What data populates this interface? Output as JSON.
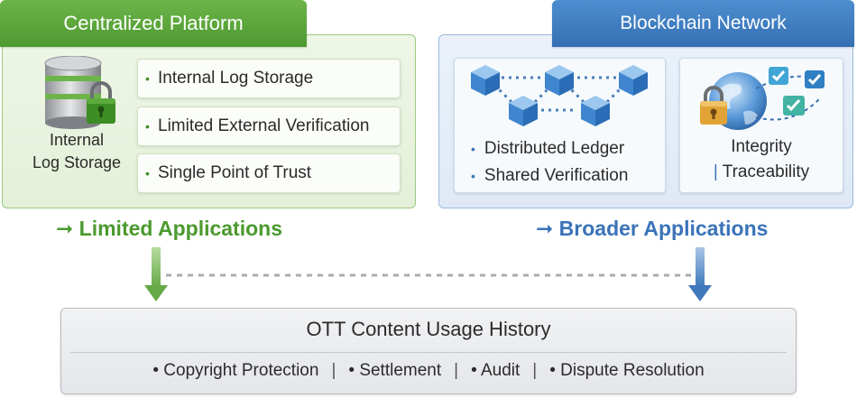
{
  "centralized": {
    "title": "Centralized Platform",
    "storage_label_line1": "Internal",
    "storage_label_line2": "Log Storage",
    "features": [
      "Internal Log Storage",
      "Limited External Verification",
      "Single Point of Trust"
    ],
    "application": "Limited Applications",
    "color": "#4e9a31"
  },
  "blockchain": {
    "title": "Blockchain Network",
    "ledger_items": [
      "Distributed Ledger",
      "Shared Verification"
    ],
    "integrity_line1": "Integrity",
    "integrity_line2": "Traceability",
    "application": "Broader Applications",
    "color": "#356fb3"
  },
  "history": {
    "title": "OTT Content Usage History",
    "items": [
      "Copyright Protection",
      "Settlement",
      "Audit",
      "Dispute Resolution"
    ]
  },
  "icons": {
    "database": "database-lock-icon",
    "blocks": "blockchain-cubes-icon",
    "globe": "globe-lock-check-icon"
  }
}
